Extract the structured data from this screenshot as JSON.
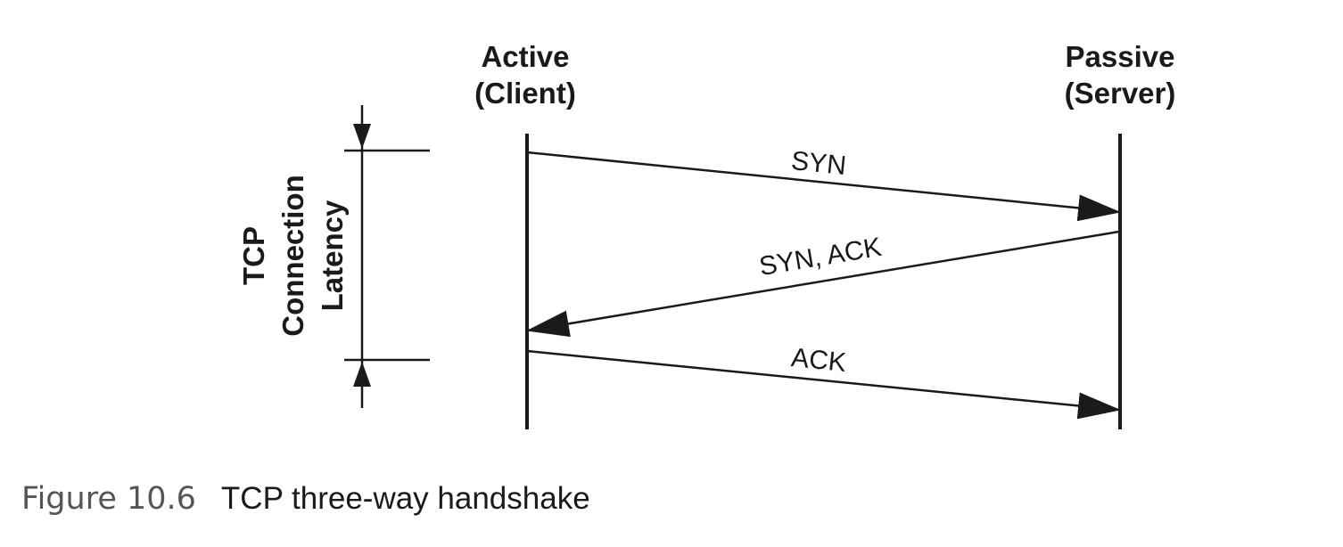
{
  "participants": {
    "client": {
      "line1": "Active",
      "line2": "(Client)"
    },
    "server": {
      "line1": "Passive",
      "line2": "(Server)"
    }
  },
  "messages": [
    {
      "label": "SYN",
      "from": "client",
      "to": "server"
    },
    {
      "label": "SYN, ACK",
      "from": "server",
      "to": "client"
    },
    {
      "label": "ACK",
      "from": "client",
      "to": "server"
    }
  ],
  "latency": {
    "line1": "TCP",
    "line2": "Connection",
    "line3": "Latency"
  },
  "caption": {
    "number": "Figure 10.6",
    "title": "TCP three-way handshake"
  },
  "colors": {
    "ink": "#1a1a1a",
    "caption_number": "#555555",
    "background": "#ffffff"
  }
}
